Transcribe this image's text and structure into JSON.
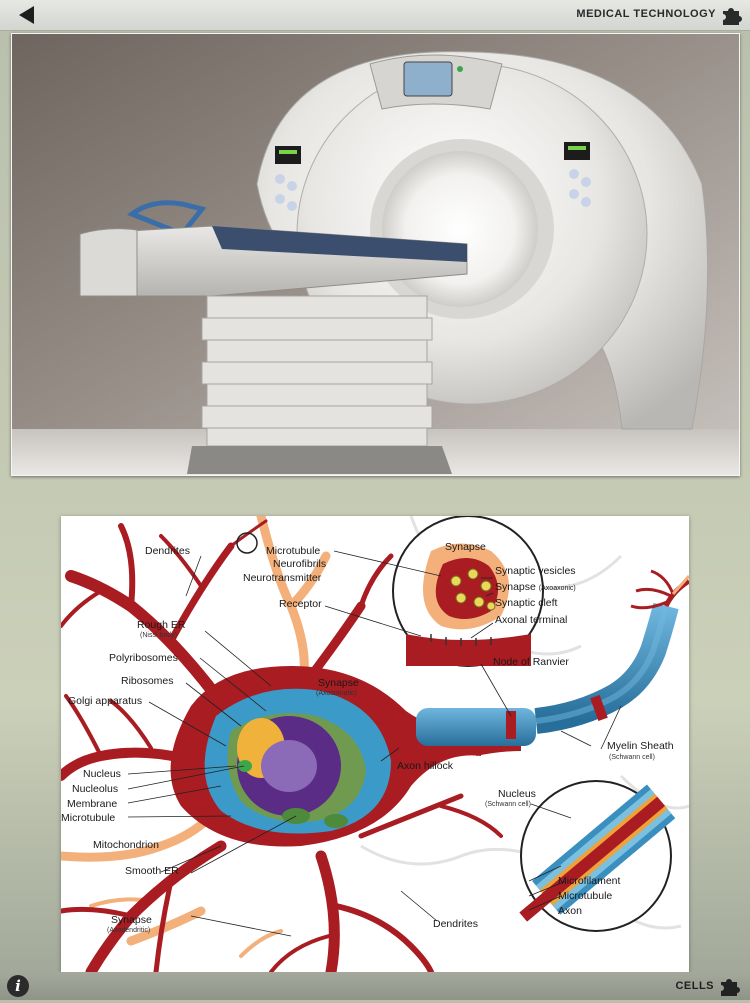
{
  "header": {
    "title": "MEDICAL TECHNOLOGY",
    "back_icon": "back-arrow-icon",
    "menu_icon": "puzzle-piece-icon"
  },
  "photo": {
    "subject": "CT scanner"
  },
  "diagram": {
    "labels": {
      "dendrites_top": "Dendrites",
      "microtubule_top": "Microtubule",
      "neurofibrils": "Neurofibrils",
      "neurotransmitter": "Neurotransmitter",
      "receptor": "Receptor",
      "synapse_circle": "Synapse",
      "synaptic_vesicles": "Synaptic vesicles",
      "synapse_axoaxonic": "Synapse",
      "synapse_axoaxonic_sub": "(Axoaxonic)",
      "synaptic_cleft": "Synaptic cleft",
      "axonal_terminal": "Axonal terminal",
      "rough_er": "Rough ER",
      "rough_er_sub": "(Nissl body)",
      "polyribosomes": "Polyribosomes",
      "ribosomes": "Ribosomes",
      "golgi": "Golgi apparatus",
      "synapse_axosomatic": "Synapse",
      "synapse_axosomatic_sub": "(Axosomatic)",
      "node_of_ranvier": "Node of Ranvier",
      "myelin_sheath": "Myelin Sheath",
      "myelin_sheath_sub": "(Schwann cell)",
      "axon_hillock": "Axon hillock",
      "nucleus": "Nucleus",
      "nucleolus": "Nucleolus",
      "membrane": "Membrane",
      "microtubule_left": "Microtubule",
      "mitochondrion": "Mitochondrion",
      "smooth_er": "Smooth ER",
      "synapse_axodendritic": "Synapse",
      "synapse_axodendritic_sub": "(Axodendritic)",
      "nucleus_schwann": "Nucleus",
      "nucleus_schwann_sub": "(Schwann cell)",
      "microfilament": "Microfilament",
      "microtubule_inset": "Microtubule",
      "axon": "Axon",
      "dendrites_bottom": "Dendrites"
    }
  },
  "footer": {
    "title": "CELLS",
    "info_icon": "info-icon",
    "menu_icon": "puzzle-piece-icon"
  },
  "colors": {
    "neuron_red": "#a81c22",
    "myelin_blue": "#3b8fbf",
    "nucleus_purple": "#5a2c86",
    "dendrite_orange": "#f3b07a"
  }
}
